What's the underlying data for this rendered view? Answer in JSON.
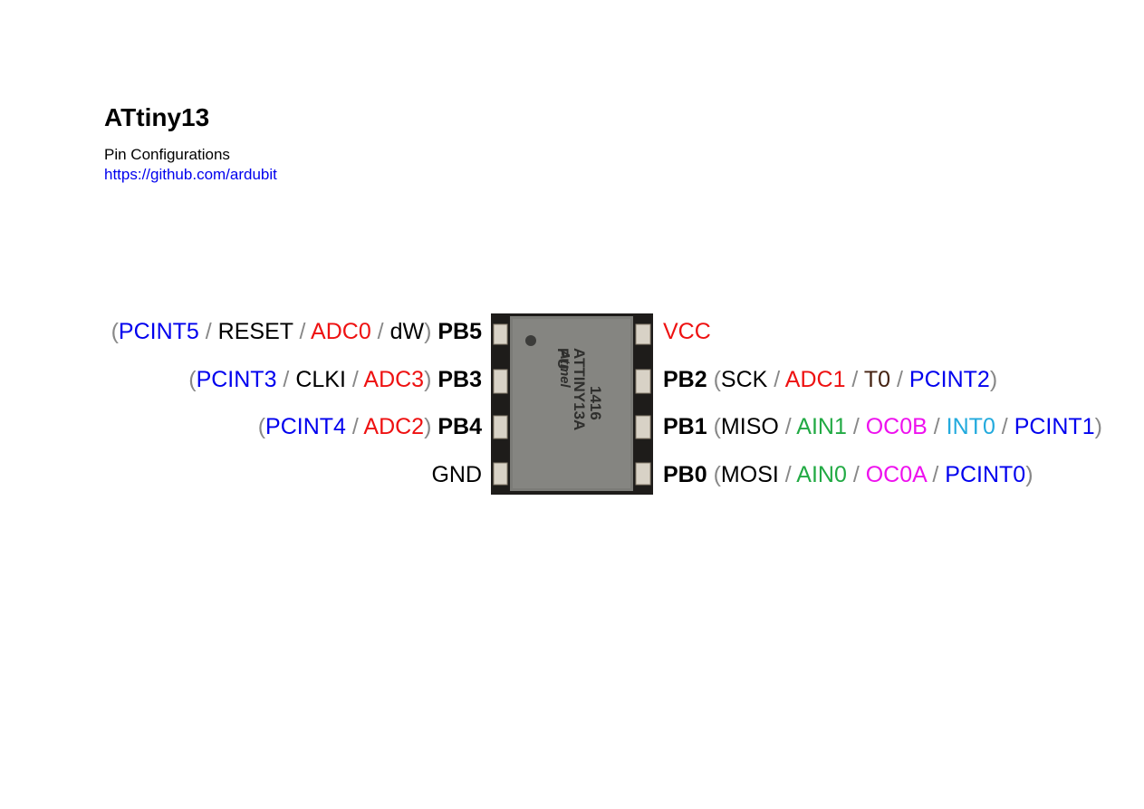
{
  "header": {
    "title": "ATtiny13",
    "subtitle": "Pin Configurations",
    "link": "https://github.com/ardubit"
  },
  "chip": {
    "marking_line1": "1416",
    "marking_line2": "ATTINY13A",
    "marking_line3": "PU",
    "logo": "atmel-logo-icon"
  },
  "colors": {
    "black": "#000000",
    "gray": "#888888",
    "blue": "#0000ee",
    "red": "#ee1111",
    "green": "#22aa44",
    "magenta": "#ee11ee",
    "cyan": "#22aadd",
    "brown": "#442211"
  },
  "left_pins": [
    {
      "pin": "PB5",
      "functions": [
        {
          "text": "PCINT5",
          "color": "blue"
        },
        {
          "text": "RESET",
          "color": "black"
        },
        {
          "text": "ADC0",
          "color": "red"
        },
        {
          "text": "dW",
          "color": "black"
        }
      ]
    },
    {
      "pin": "PB3",
      "functions": [
        {
          "text": "PCINT3",
          "color": "blue"
        },
        {
          "text": "CLKI",
          "color": "black"
        },
        {
          "text": "ADC3",
          "color": "red"
        }
      ]
    },
    {
      "pin": "PB4",
      "functions": [
        {
          "text": "PCINT4",
          "color": "blue"
        },
        {
          "text": "ADC2",
          "color": "red"
        }
      ]
    },
    {
      "pin": "GND",
      "plain": true,
      "functions": []
    }
  ],
  "right_pins": [
    {
      "pin": "VCC",
      "plain": true,
      "pin_color": "red",
      "functions": []
    },
    {
      "pin": "PB2",
      "functions": [
        {
          "text": "SCK",
          "color": "black"
        },
        {
          "text": "ADC1",
          "color": "red"
        },
        {
          "text": "T0",
          "color": "brown"
        },
        {
          "text": "PCINT2",
          "color": "blue"
        }
      ]
    },
    {
      "pin": "PB1",
      "functions": [
        {
          "text": "MISO",
          "color": "black"
        },
        {
          "text": "AIN1",
          "color": "green"
        },
        {
          "text": "OC0B",
          "color": "magenta"
        },
        {
          "text": "INT0",
          "color": "cyan"
        },
        {
          "text": "PCINT1",
          "color": "blue"
        }
      ]
    },
    {
      "pin": "PB0",
      "functions": [
        {
          "text": "MOSI",
          "color": "black"
        },
        {
          "text": "AIN0",
          "color": "green"
        },
        {
          "text": "OC0A",
          "color": "magenta"
        },
        {
          "text": "PCINT0",
          "color": "blue"
        }
      ]
    }
  ]
}
